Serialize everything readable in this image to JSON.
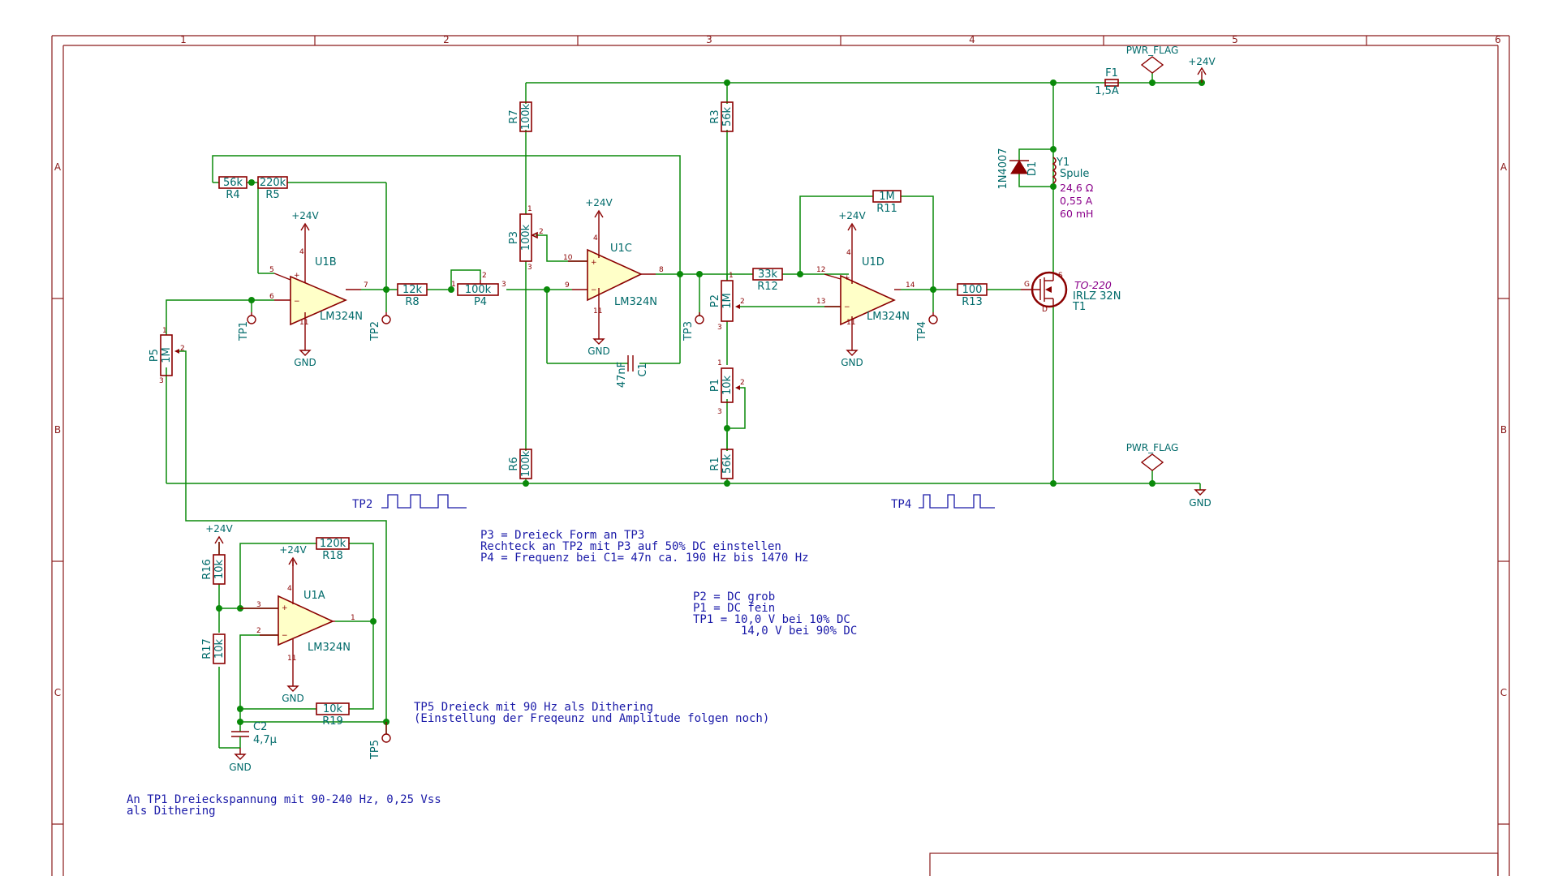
{
  "frame": {
    "columns": [
      "1",
      "2",
      "3",
      "4",
      "5",
      "6"
    ],
    "rows": [
      "A",
      "B",
      "C"
    ]
  },
  "components": {
    "R1": {
      "ref": "R1",
      "value": "56k"
    },
    "R3": {
      "ref": "R3",
      "value": "56k"
    },
    "R4": {
      "ref": "R4",
      "value": "56k"
    },
    "R5": {
      "ref": "R5",
      "value": "220k"
    },
    "R6": {
      "ref": "R6",
      "value": "100k"
    },
    "R7": {
      "ref": "R7",
      "value": "100k"
    },
    "R8": {
      "ref": "R8",
      "value": "12k"
    },
    "R11": {
      "ref": "R11",
      "value": "1M"
    },
    "R12": {
      "ref": "R12",
      "value": "33k"
    },
    "R13": {
      "ref": "R13",
      "value": "100"
    },
    "R16": {
      "ref": "R16",
      "value": "10k"
    },
    "R17": {
      "ref": "R17",
      "value": "10k"
    },
    "R18": {
      "ref": "R18",
      "value": "120k"
    },
    "R19": {
      "ref": "R19",
      "value": "10k"
    },
    "P1": {
      "ref": "P1",
      "value": "10k"
    },
    "P2": {
      "ref": "P2",
      "value": "1M"
    },
    "P3": {
      "ref": "P3",
      "value": "100k"
    },
    "P4": {
      "ref": "P4",
      "value": "100k"
    },
    "P5": {
      "ref": "P5",
      "value": "1M"
    },
    "C1": {
      "ref": "C1",
      "value": "47nF"
    },
    "C2": {
      "ref": "C2",
      "value": "4,7µ"
    },
    "F1": {
      "ref": "F1",
      "value": "1,5A"
    },
    "D1": {
      "ref": "D1",
      "value": "1N4007"
    },
    "T1": {
      "ref": "T1",
      "value": "IRLZ 32N",
      "package": "TO-220"
    },
    "Y1": {
      "ref": "Y1",
      "value": "Spule",
      "r": "24,6 Ω",
      "i": "0,55 A",
      "l": "60 mH"
    },
    "U1A": {
      "ref": "U1A",
      "value": "LM324N"
    },
    "U1B": {
      "ref": "U1B",
      "value": "LM324N"
    },
    "U1C": {
      "ref": "U1C",
      "value": "LM324N"
    },
    "U1D": {
      "ref": "U1D",
      "value": "LM324N"
    }
  },
  "power": {
    "vcc": "+24V",
    "gnd": "GND",
    "flag": "PWR_FLAG"
  },
  "testpoints": {
    "tp1": "TP1",
    "tp2": "TP2",
    "tp3": "TP3",
    "tp4": "TP4",
    "tp5": "TP5"
  },
  "notes": {
    "block1": [
      "P3 = Dreieck Form an TP3",
      "Rechteck an TP2 mit P3 auf 50% DC einstellen",
      "P4 = Frequenz bei C1= 47n ca.  190 Hz bis 1470 Hz"
    ],
    "block2": [
      "P2 = DC grob",
      "P1 = DC fein",
      "TP1 = 10,0 V bei 10% DC",
      "       14,0 V bei 90% DC"
    ],
    "block3": [
      "TP5 Dreieck mit 90 Hz als Dithering",
      "(Einstellung der Freqeunz und Amplitude folgen noch)"
    ],
    "block4": [
      "An TP1 Dreieckspannung mit 90-240 Hz, 0,25 Vss",
      "als Dithering"
    ]
  }
}
